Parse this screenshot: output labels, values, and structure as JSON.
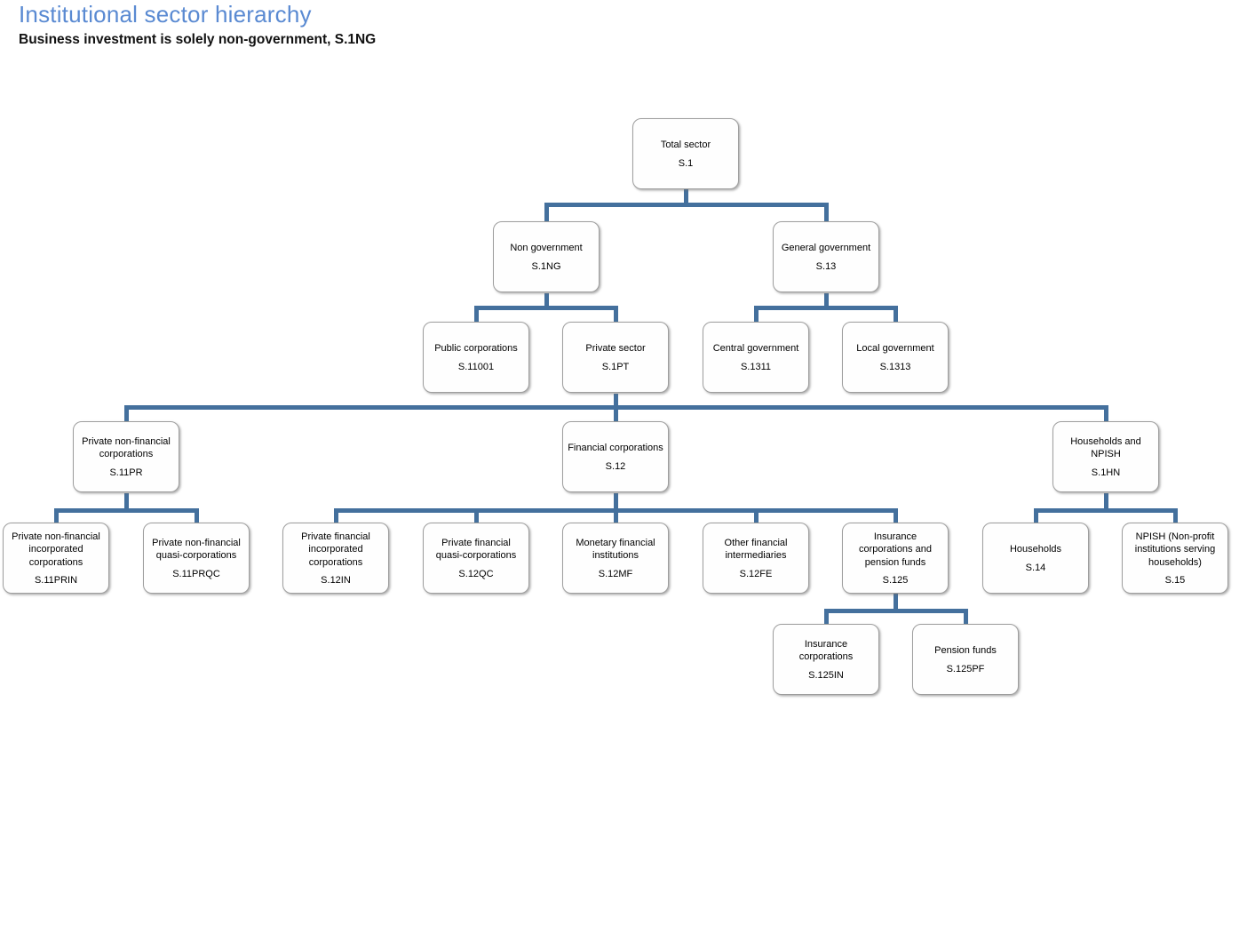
{
  "header": {
    "title": "Institutional sector hierarchy",
    "subtitle": "Business investment is solely non-government, S.1NG"
  },
  "colors": {
    "title_text": "#5a8ad2",
    "connector_line": "#44709d",
    "box_border": "#9e9e9e",
    "box_fill": "#fefefe",
    "body_text": "#000000"
  },
  "diagram_type": "org-chart-hierarchy",
  "nodes": {
    "s1": {
      "label": "Total sector",
      "code": "S.1",
      "parent": null
    },
    "s1ng": {
      "label": "Non government",
      "code": "S.1NG",
      "parent": "S.1"
    },
    "s13": {
      "label": "General government",
      "code": "S.13",
      "parent": "S.1"
    },
    "s11001": {
      "label": "Public corporations",
      "code": "S.11001",
      "parent": "S.1NG"
    },
    "s1pt": {
      "label": "Private sector",
      "code": "S.1PT",
      "parent": "S.1NG"
    },
    "s1311": {
      "label": "Central government",
      "code": "S.1311",
      "parent": "S.13"
    },
    "s1313": {
      "label": "Local government",
      "code": "S.1313",
      "parent": "S.13"
    },
    "s11pr": {
      "label": "Private non-financial corporations",
      "code": "S.11PR",
      "parent": "S.1PT"
    },
    "s12": {
      "label": "Financial corporations",
      "code": "S.12",
      "parent": "S.1PT"
    },
    "s1hn": {
      "label": "Households and NPISH",
      "code": "S.1HN",
      "parent": "S.1PT"
    },
    "s11prin": {
      "label": "Private non-financial incorporated corporations",
      "code": "S.11PRIN",
      "parent": "S.11PR"
    },
    "s11prqc": {
      "label": "Private non-financial quasi-corporations",
      "code": "S.11PRQC",
      "parent": "S.11PR"
    },
    "s12in": {
      "label": "Private financial incorporated corporations",
      "code": "S.12IN",
      "parent": "S.12"
    },
    "s12qc": {
      "label": "Private financial quasi-corporations",
      "code": "S.12QC",
      "parent": "S.12"
    },
    "s12mf": {
      "label": "Monetary financial institutions",
      "code": "S.12MF",
      "parent": "S.12"
    },
    "s12fe": {
      "label": "Other financial intermediaries",
      "code": "S.12FE",
      "parent": "S.12"
    },
    "s125": {
      "label": "Insurance corporations and pension funds",
      "code": "S.125",
      "parent": "S.12"
    },
    "s14": {
      "label": "Households",
      "code": "S.14",
      "parent": "S.1HN"
    },
    "s15": {
      "label": "NPISH (Non-profit institutions serving households)",
      "code": "S.15",
      "parent": "S.1HN"
    },
    "s125in": {
      "label": "Insurance corporations",
      "code": "S.125IN",
      "parent": "S.125"
    },
    "s125pf": {
      "label": "Pension funds",
      "code": "S.125PF",
      "parent": "S.125"
    }
  }
}
